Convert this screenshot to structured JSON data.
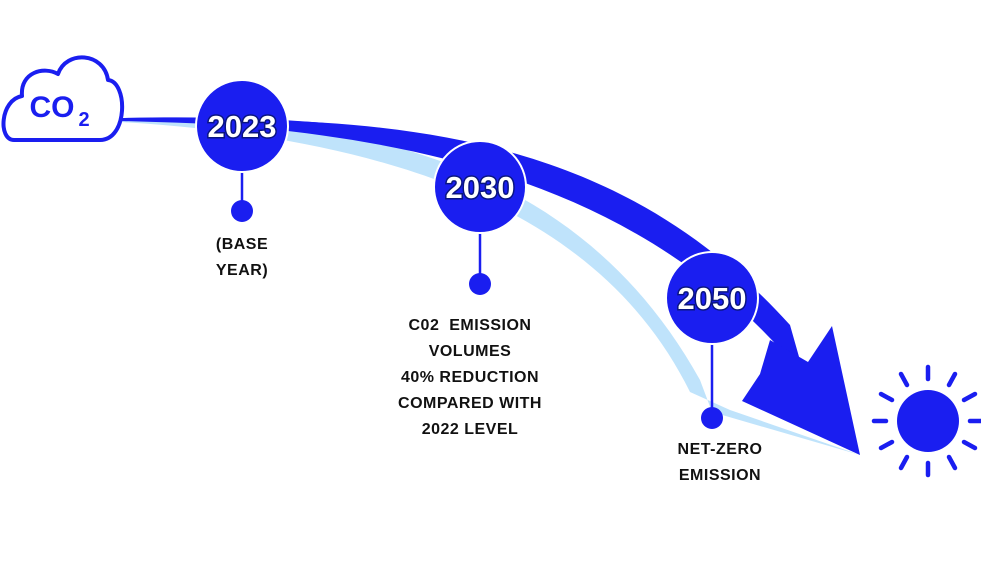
{
  "colors": {
    "primary": "#1a1ef0",
    "light": "#bfe3fb",
    "white": "#ffffff",
    "text": "#111111"
  },
  "icons": {
    "start": "co2-cloud-icon",
    "end": "sun-icon"
  },
  "cloud": {
    "co": "CO",
    "sub": "2"
  },
  "milestones": [
    {
      "year": "2023",
      "caption": [
        "(BASE",
        "YEAR)"
      ]
    },
    {
      "year": "2030",
      "caption": [
        "C02  EMISSION",
        "VOLUMES",
        "40% REDUCTION",
        "COMPARED WITH",
        "2022 LEVEL"
      ]
    },
    {
      "year": "2050",
      "caption": [
        "NET-ZERO",
        "EMISSION"
      ]
    }
  ]
}
